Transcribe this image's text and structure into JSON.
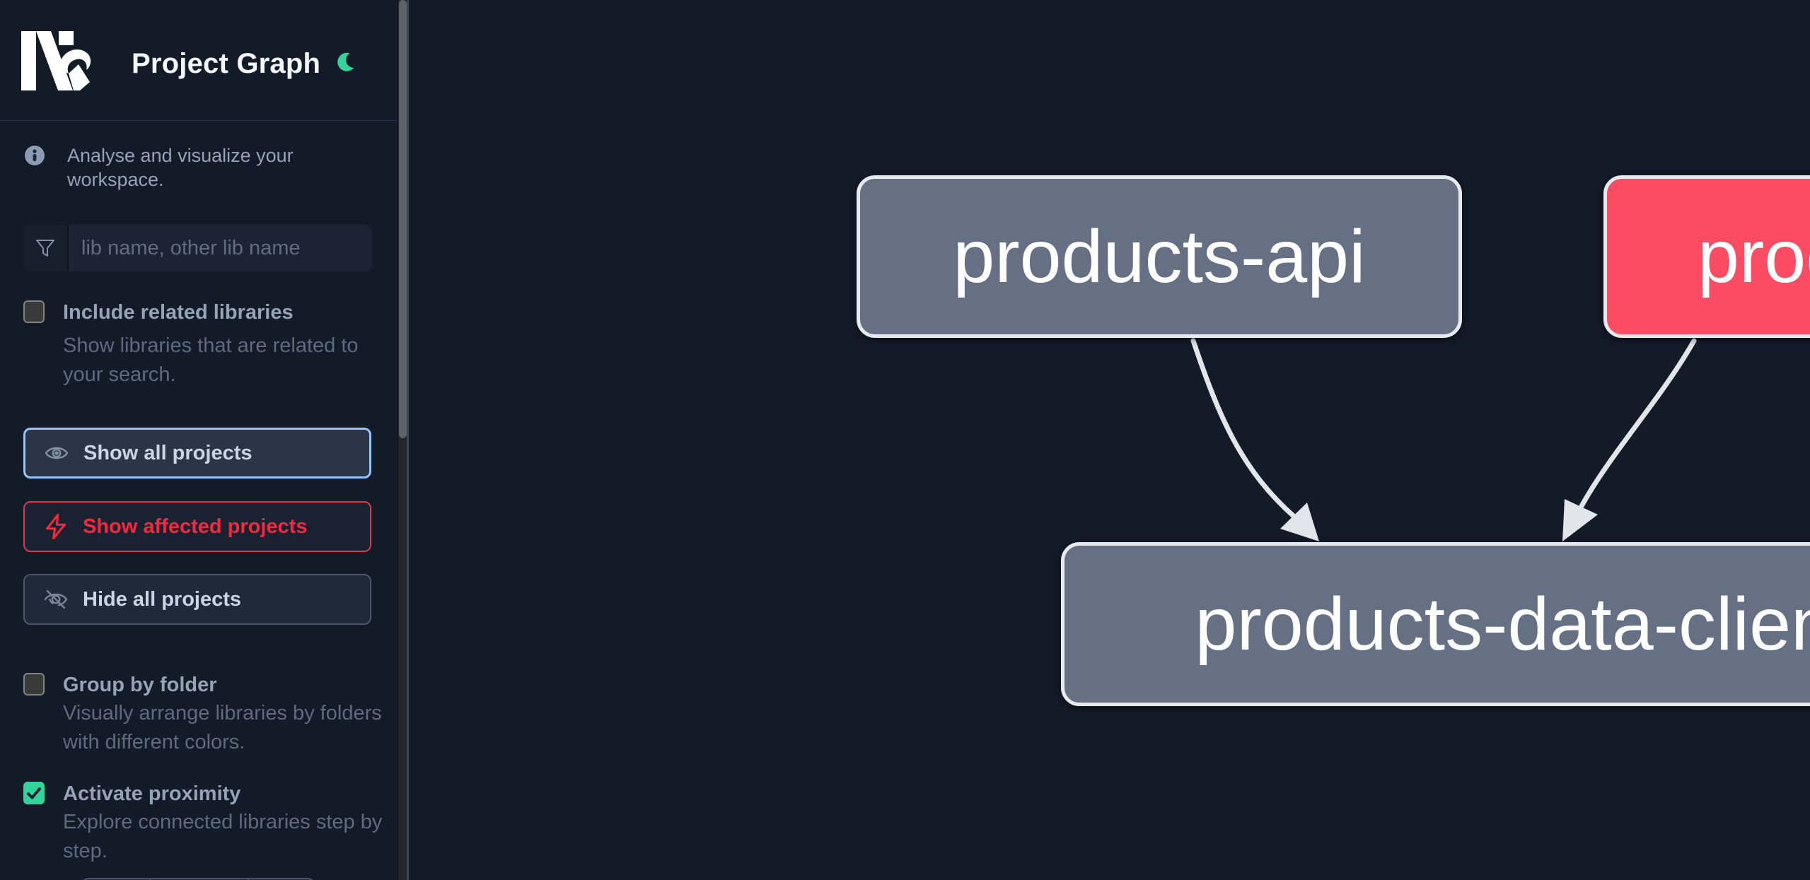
{
  "header": {
    "title": "Project Graph",
    "logo": "Nx",
    "theme_icon": "moon"
  },
  "sidebar": {
    "info_text": "Analyse and visualize your workspace.",
    "search": {
      "placeholder": "lib name, other lib name"
    },
    "toggles": [
      {
        "label": "Include related libraries",
        "description": "Show libraries that are related to your search.",
        "checked": false
      },
      {
        "label": "Group by folder",
        "description": "Visually arrange libraries by folders with different colors.",
        "checked": false
      },
      {
        "label": "Activate proximity",
        "description": "Explore connected libraries step by step.",
        "checked": true
      }
    ],
    "view_buttons": [
      {
        "label": "Show all projects",
        "state": "selected",
        "icon": "eye"
      },
      {
        "label": "Show affected projects",
        "state": "affected",
        "icon": "bolt"
      },
      {
        "label": "Hide all projects",
        "state": "default",
        "icon": "eye-slash"
      }
    ]
  },
  "graph": {
    "nodes": [
      {
        "id": "products-api",
        "label": "products-api",
        "type": "normal"
      },
      {
        "id": "products-cli",
        "label": "products-cli",
        "type": "affected"
      },
      {
        "id": "products-data-client",
        "label": "products-data-client",
        "type": "normal"
      }
    ],
    "edges": [
      {
        "from": "products-api",
        "to": "products-data-client"
      },
      {
        "from": "products-cli",
        "to": "products-data-client"
      }
    ]
  },
  "colors": {
    "background": "#131a28",
    "accent_green": "#34d399",
    "download_green": "#32b583",
    "affected_pink": "#fb4c64",
    "node_gray": "#667084",
    "selected_blue": "#93c5fd",
    "affected_red": "#f4293d",
    "edge": "#e2e5e9"
  }
}
